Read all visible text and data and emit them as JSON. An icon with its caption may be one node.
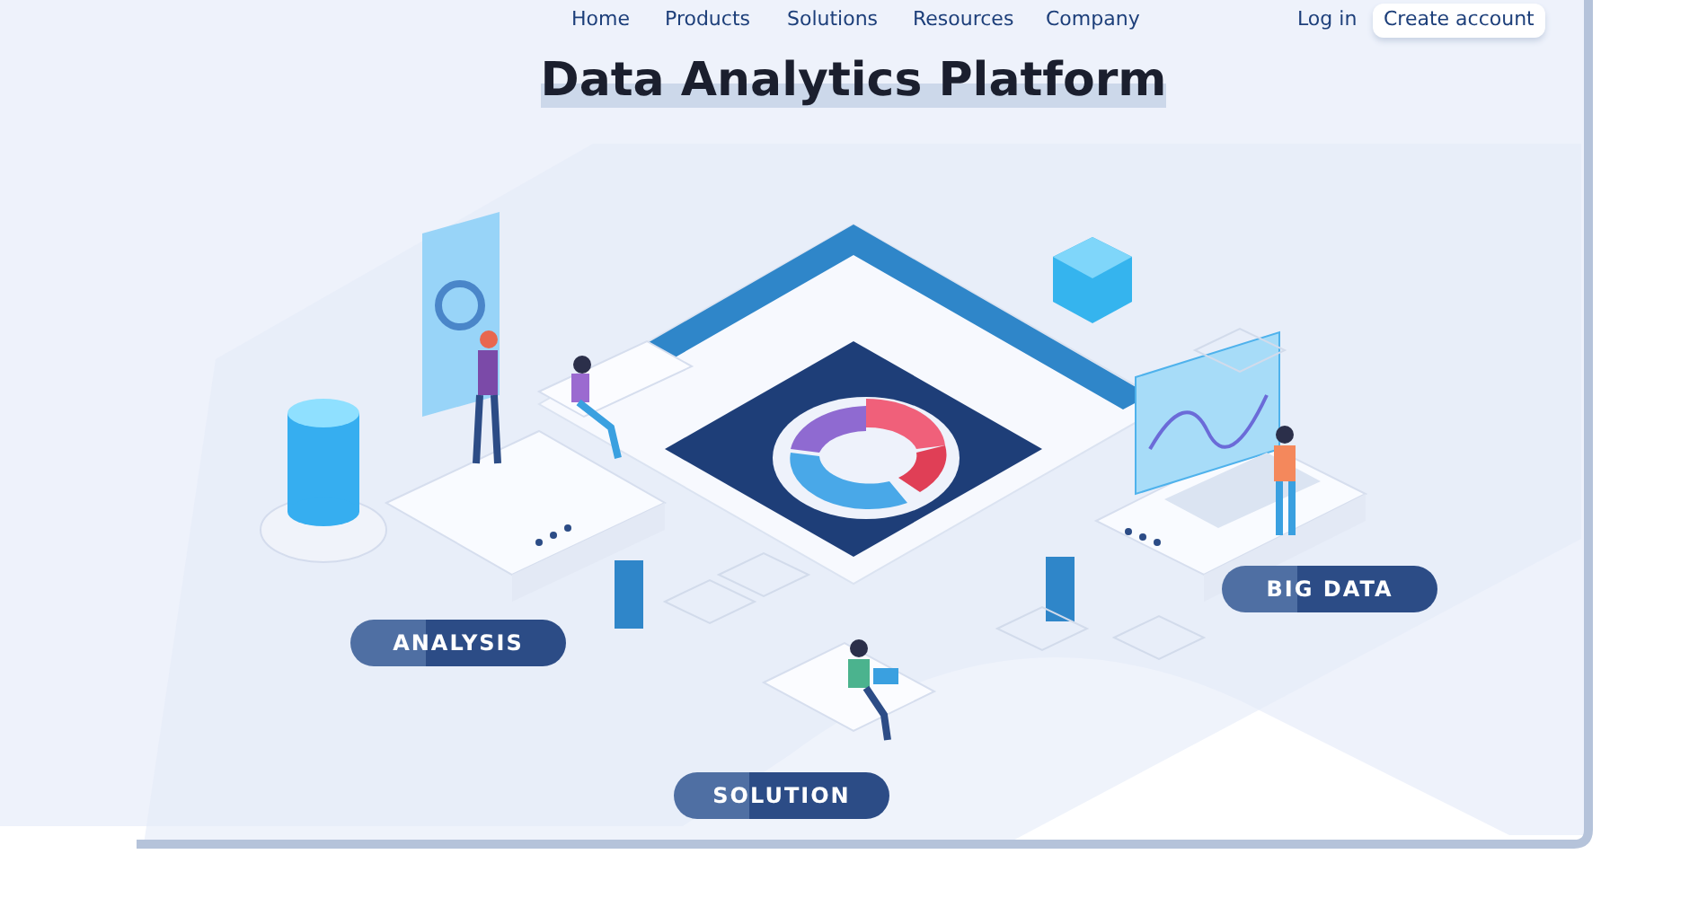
{
  "diagram": {
    "title": "Data Analytics Platform",
    "nodes": [
      {
        "text": [
          "ANALYSIS"
        ]
      },
      {
        "text": [
          "SOLUTION"
        ]
      },
      {
        "text": [
          "BIG DATA"
        ]
      }
    ],
    "labels": [
      "Home",
      "Products",
      "Solutions",
      "Resources",
      "Company",
      "Log in",
      "Create account"
    ]
  }
}
